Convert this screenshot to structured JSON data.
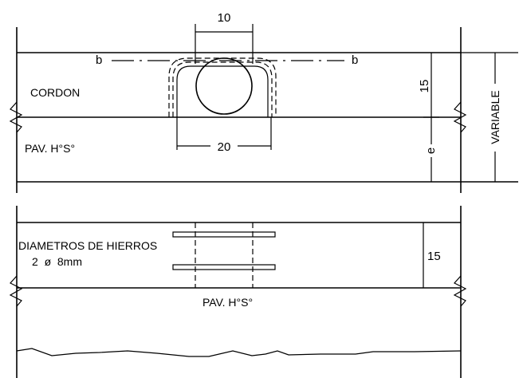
{
  "top_section": {
    "dimension_top": "10",
    "dimension_bottom": "20",
    "dimension_right": "15",
    "label_b_left": "b",
    "label_b_right": "b",
    "label_cordon": "CORDON",
    "label_pavement": "PAV. H°S°",
    "label_e": "e",
    "label_variable": "VARIABLE"
  },
  "bottom_section": {
    "label_diametros": "DIAMETROS DE HIERROS",
    "label_quantity": "2  ø  8mm",
    "dimension_right": "15",
    "label_pavement": "PAV. H°S°"
  }
}
